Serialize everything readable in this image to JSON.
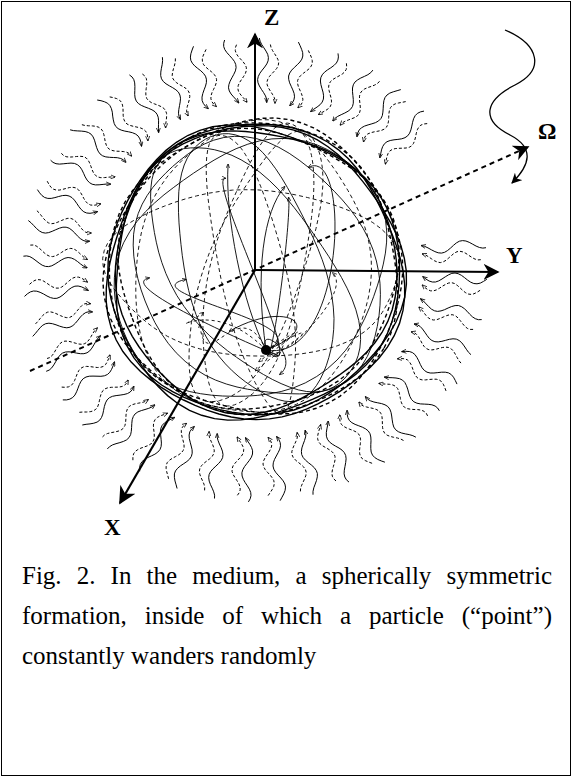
{
  "diagram": {
    "caption": "Fig. 2. In the medium, a spherically symmetric formation, inside of which a particle (“point”) constantly wanders randomly",
    "labels": [
      "Z",
      "Y",
      "X",
      "Ω"
    ]
  }
}
